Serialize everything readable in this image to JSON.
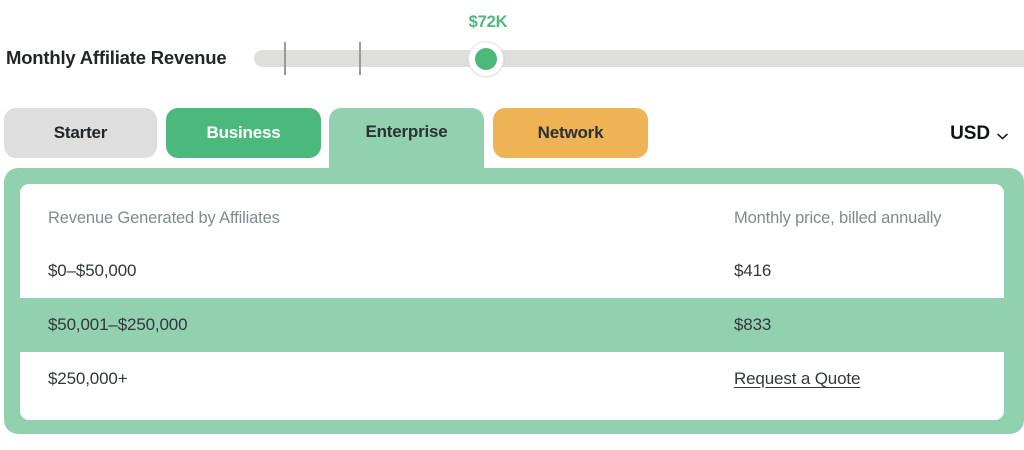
{
  "slider": {
    "label": "Monthly Affiliate Revenue",
    "value_label": "$72K",
    "value_color": "#4cb97c",
    "track_color": "#dededd",
    "thumb_color": "#4cb97c",
    "tick_count": 2
  },
  "tabs": [
    {
      "id": "starter",
      "label": "Starter",
      "state": "inactive",
      "color": "#dedede"
    },
    {
      "id": "business",
      "label": "Business",
      "state": "inactive",
      "color": "#4cb97c"
    },
    {
      "id": "enterprise",
      "label": "Enterprise",
      "state": "active",
      "color": "#92d1b0"
    },
    {
      "id": "network",
      "label": "Network",
      "state": "inactive",
      "color": "#eeb354"
    }
  ],
  "currency": {
    "selected": "USD",
    "icon": "chevron-down-icon"
  },
  "table": {
    "columns": [
      "Revenue Generated by Affiliates",
      "Monthly price, billed annually"
    ],
    "rows": [
      {
        "revenue": "$0–$50,000",
        "price": "$416",
        "is_link": false,
        "highlighted": false
      },
      {
        "revenue": "$50,001–$250,000",
        "price": "$833",
        "is_link": false,
        "highlighted": true
      },
      {
        "revenue": "$250,000+",
        "price": "Request a Quote",
        "is_link": true,
        "highlighted": false
      }
    ]
  },
  "theme": {
    "accent_green": "#4cb97c",
    "panel_green": "#92d1b0",
    "orange": "#eeb354",
    "gray": "#dedede",
    "text_dark": "#32383b",
    "text_muted": "#818a8f"
  }
}
